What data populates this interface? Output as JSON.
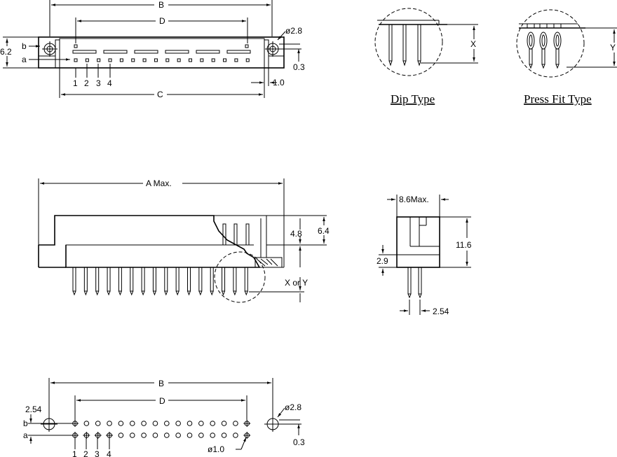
{
  "top_view": {
    "B": "B",
    "D": "D",
    "C": "C",
    "h62": "6.2",
    "row_b": "b",
    "row_a": "a",
    "phi28": "ø2.8",
    "d03": "0.3",
    "d10": "1.0",
    "n1": "1",
    "n2": "2",
    "n3": "3",
    "n4": "4"
  },
  "dip_view": {
    "X": "X",
    "caption": "Dip Type"
  },
  "press_view": {
    "Y": "Y",
    "caption": "Press Fit Type"
  },
  "side_view": {
    "A": "A Max.",
    "d48": "4.8",
    "d64": "6.4",
    "xy": "X or Y"
  },
  "end_view": {
    "w86": "8.6Max.",
    "h116": "11.6",
    "h29": "2.9",
    "p254": "2.54"
  },
  "bottom_view": {
    "B": "B",
    "D": "D",
    "d254": "2.54",
    "phi28": "ø2.8",
    "d03": "0.3",
    "phi10": "ø1.0",
    "row_b": "b",
    "row_a": "a",
    "n1": "1",
    "n2": "2",
    "n3": "3",
    "n4": "4"
  }
}
